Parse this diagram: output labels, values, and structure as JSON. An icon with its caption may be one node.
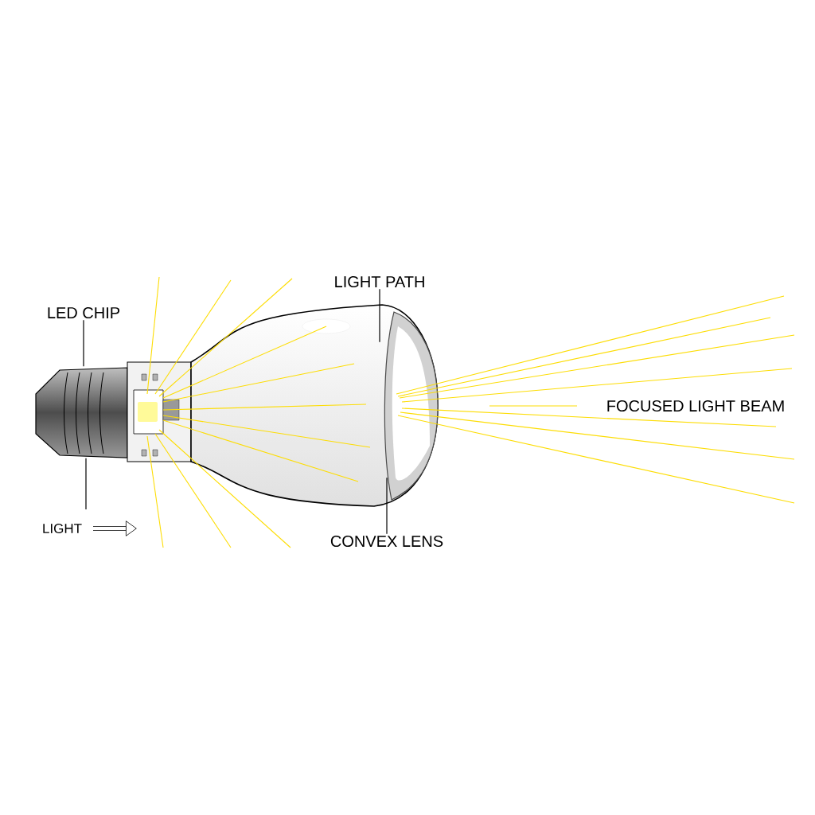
{
  "diagram": {
    "nodes": [
      {
        "text": [
          "LED CHIP"
        ]
      },
      {
        "text": [],
        "shape": "picture"
      },
      {
        "text": [
          "LIGHT  PATH"
        ]
      },
      {
        "text": [],
        "shape": "picture"
      },
      {
        "text": [
          "CONVEX LENS"
        ]
      }
    ],
    "edges": [
      {
        "from": 0,
        "to": 1,
        "arrow": "none"
      },
      {
        "from": 1,
        "to": null,
        "arrow": "none"
      },
      {
        "from": 2,
        "to": 3,
        "arrow": "none"
      },
      {
        "from": 4,
        "to": 3,
        "arrow": "none"
      }
    ],
    "labels": [
      "FOCUSED LIGHT BEAM",
      "LIGHT"
    ]
  }
}
